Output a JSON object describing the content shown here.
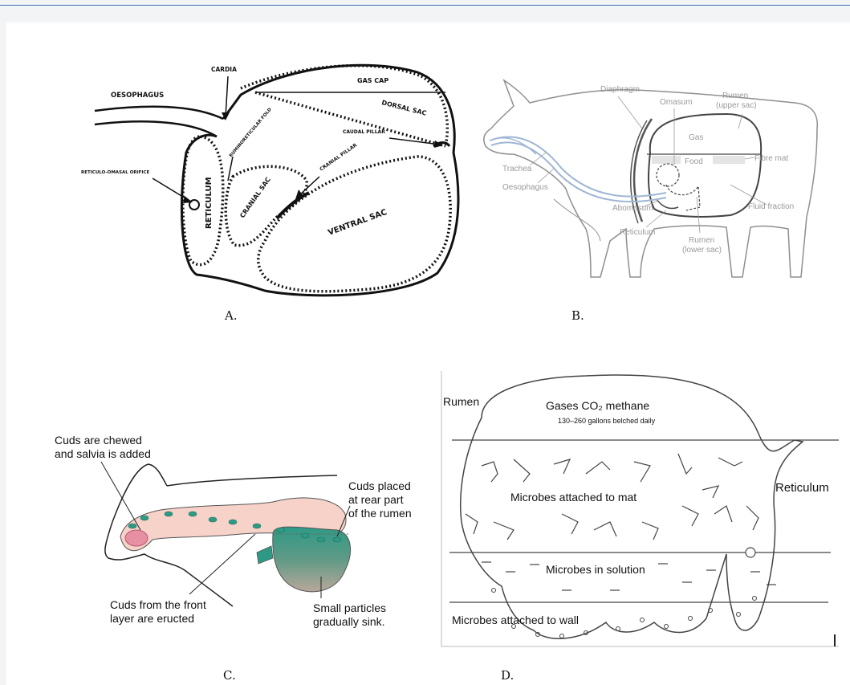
{
  "captions": {
    "a": "A.",
    "b": "B.",
    "c": "C.",
    "d": "D."
  },
  "panel_a": {
    "oesophagus": "OESOPHAGUS",
    "cardia": "CARDIA",
    "gas_cap": "GAS CAP",
    "dorsal_sac": "DORSAL SAC",
    "caudal_pillar": "CAUDAL PILLAR",
    "cranial_pillar": "CRANIAL PILLAR",
    "rumenoreticular_fold": "RUMINORETICULAR FOLD",
    "reticulo_omasal_orifice": "RETICULO-OMASAL ORIFICE",
    "reticulum": "RETICULUM",
    "cranial_sac": "CRANIAL SAC",
    "ventral_sac": "VENTRAL SAC"
  },
  "panel_b": {
    "diaphragm": "Diaphragm",
    "omasum": "Omasum",
    "rumen_upper_1": "Rumen",
    "rumen_upper_2": "(upper sac)",
    "gas": "Gas",
    "food": "Food",
    "fibre_mat": "Fibre mat",
    "trachea": "Trachea",
    "oesophagus": "Oesophagus",
    "abomasum": "Abomasum",
    "fluid_fraction": "Fluid fraction",
    "reticulum": "Reticulum",
    "rumen_lower_1": "Rumen",
    "rumen_lower_2": "(lower sac)"
  },
  "panel_c": {
    "chewed_1": "Cuds are chewed",
    "chewed_2": "and salvia is added",
    "placed_1": "Cuds placed",
    "placed_2": "at rear part",
    "placed_3": "of the rumen",
    "eructed_1": "Cuds from the front",
    "eructed_2": "layer are eructed",
    "sink_1": "Small particles",
    "sink_2": "gradually sink."
  },
  "panel_d": {
    "rumen": "Rumen",
    "gases": "Gases CO₂  methane",
    "belched": "130–260 gallons belched daily",
    "reticulum": "Reticulum",
    "mat": "Microbes attached to mat",
    "solution": "Microbes in solution",
    "wall": "Microbes attached to wall"
  },
  "colors": {
    "accent": "#3b73b3",
    "stomach_pink": "#f6d2c9",
    "liquid_teal": "#2e9a86",
    "tube_blue": "#9fb6d3"
  }
}
